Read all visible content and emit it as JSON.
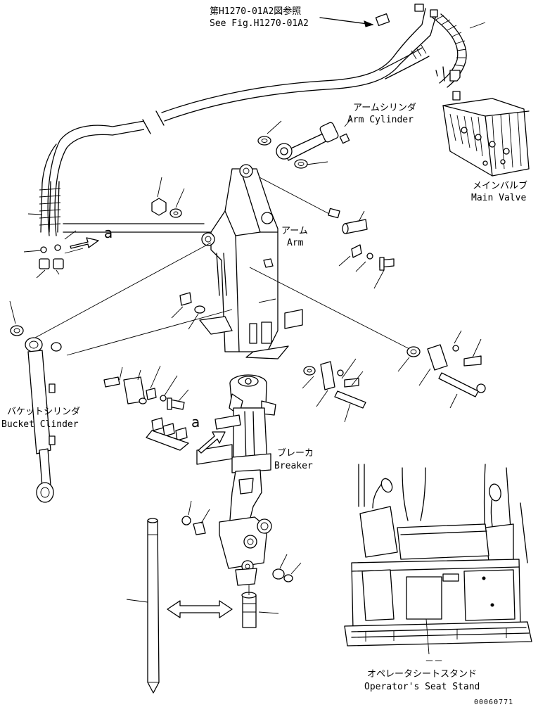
{
  "labels": {
    "ref_fig_jp": "第H1270-01A2図参照",
    "ref_fig_en": "See Fig.H1270-01A2",
    "arm_cylinder_jp": "アームシリンダ",
    "arm_cylinder_en": "Arm Cylinder",
    "main_valve_jp": "メインバルブ",
    "main_valve_en": "Main Valve",
    "arm_jp": "アーム",
    "arm_en": "Arm",
    "bucket_cylinder_jp": "バケットシリンダ",
    "bucket_cylinder_en": "Bucket Clinder",
    "breaker_jp": "ブレーカ",
    "breaker_en": "Breaker",
    "seat_stand_dash": "－－",
    "seat_stand_jp": "オペレータシートスタンド",
    "seat_stand_en": "Operator's Seat Stand",
    "view_a_1": "a",
    "view_a_2": "a",
    "drawing_number": "00060771"
  }
}
